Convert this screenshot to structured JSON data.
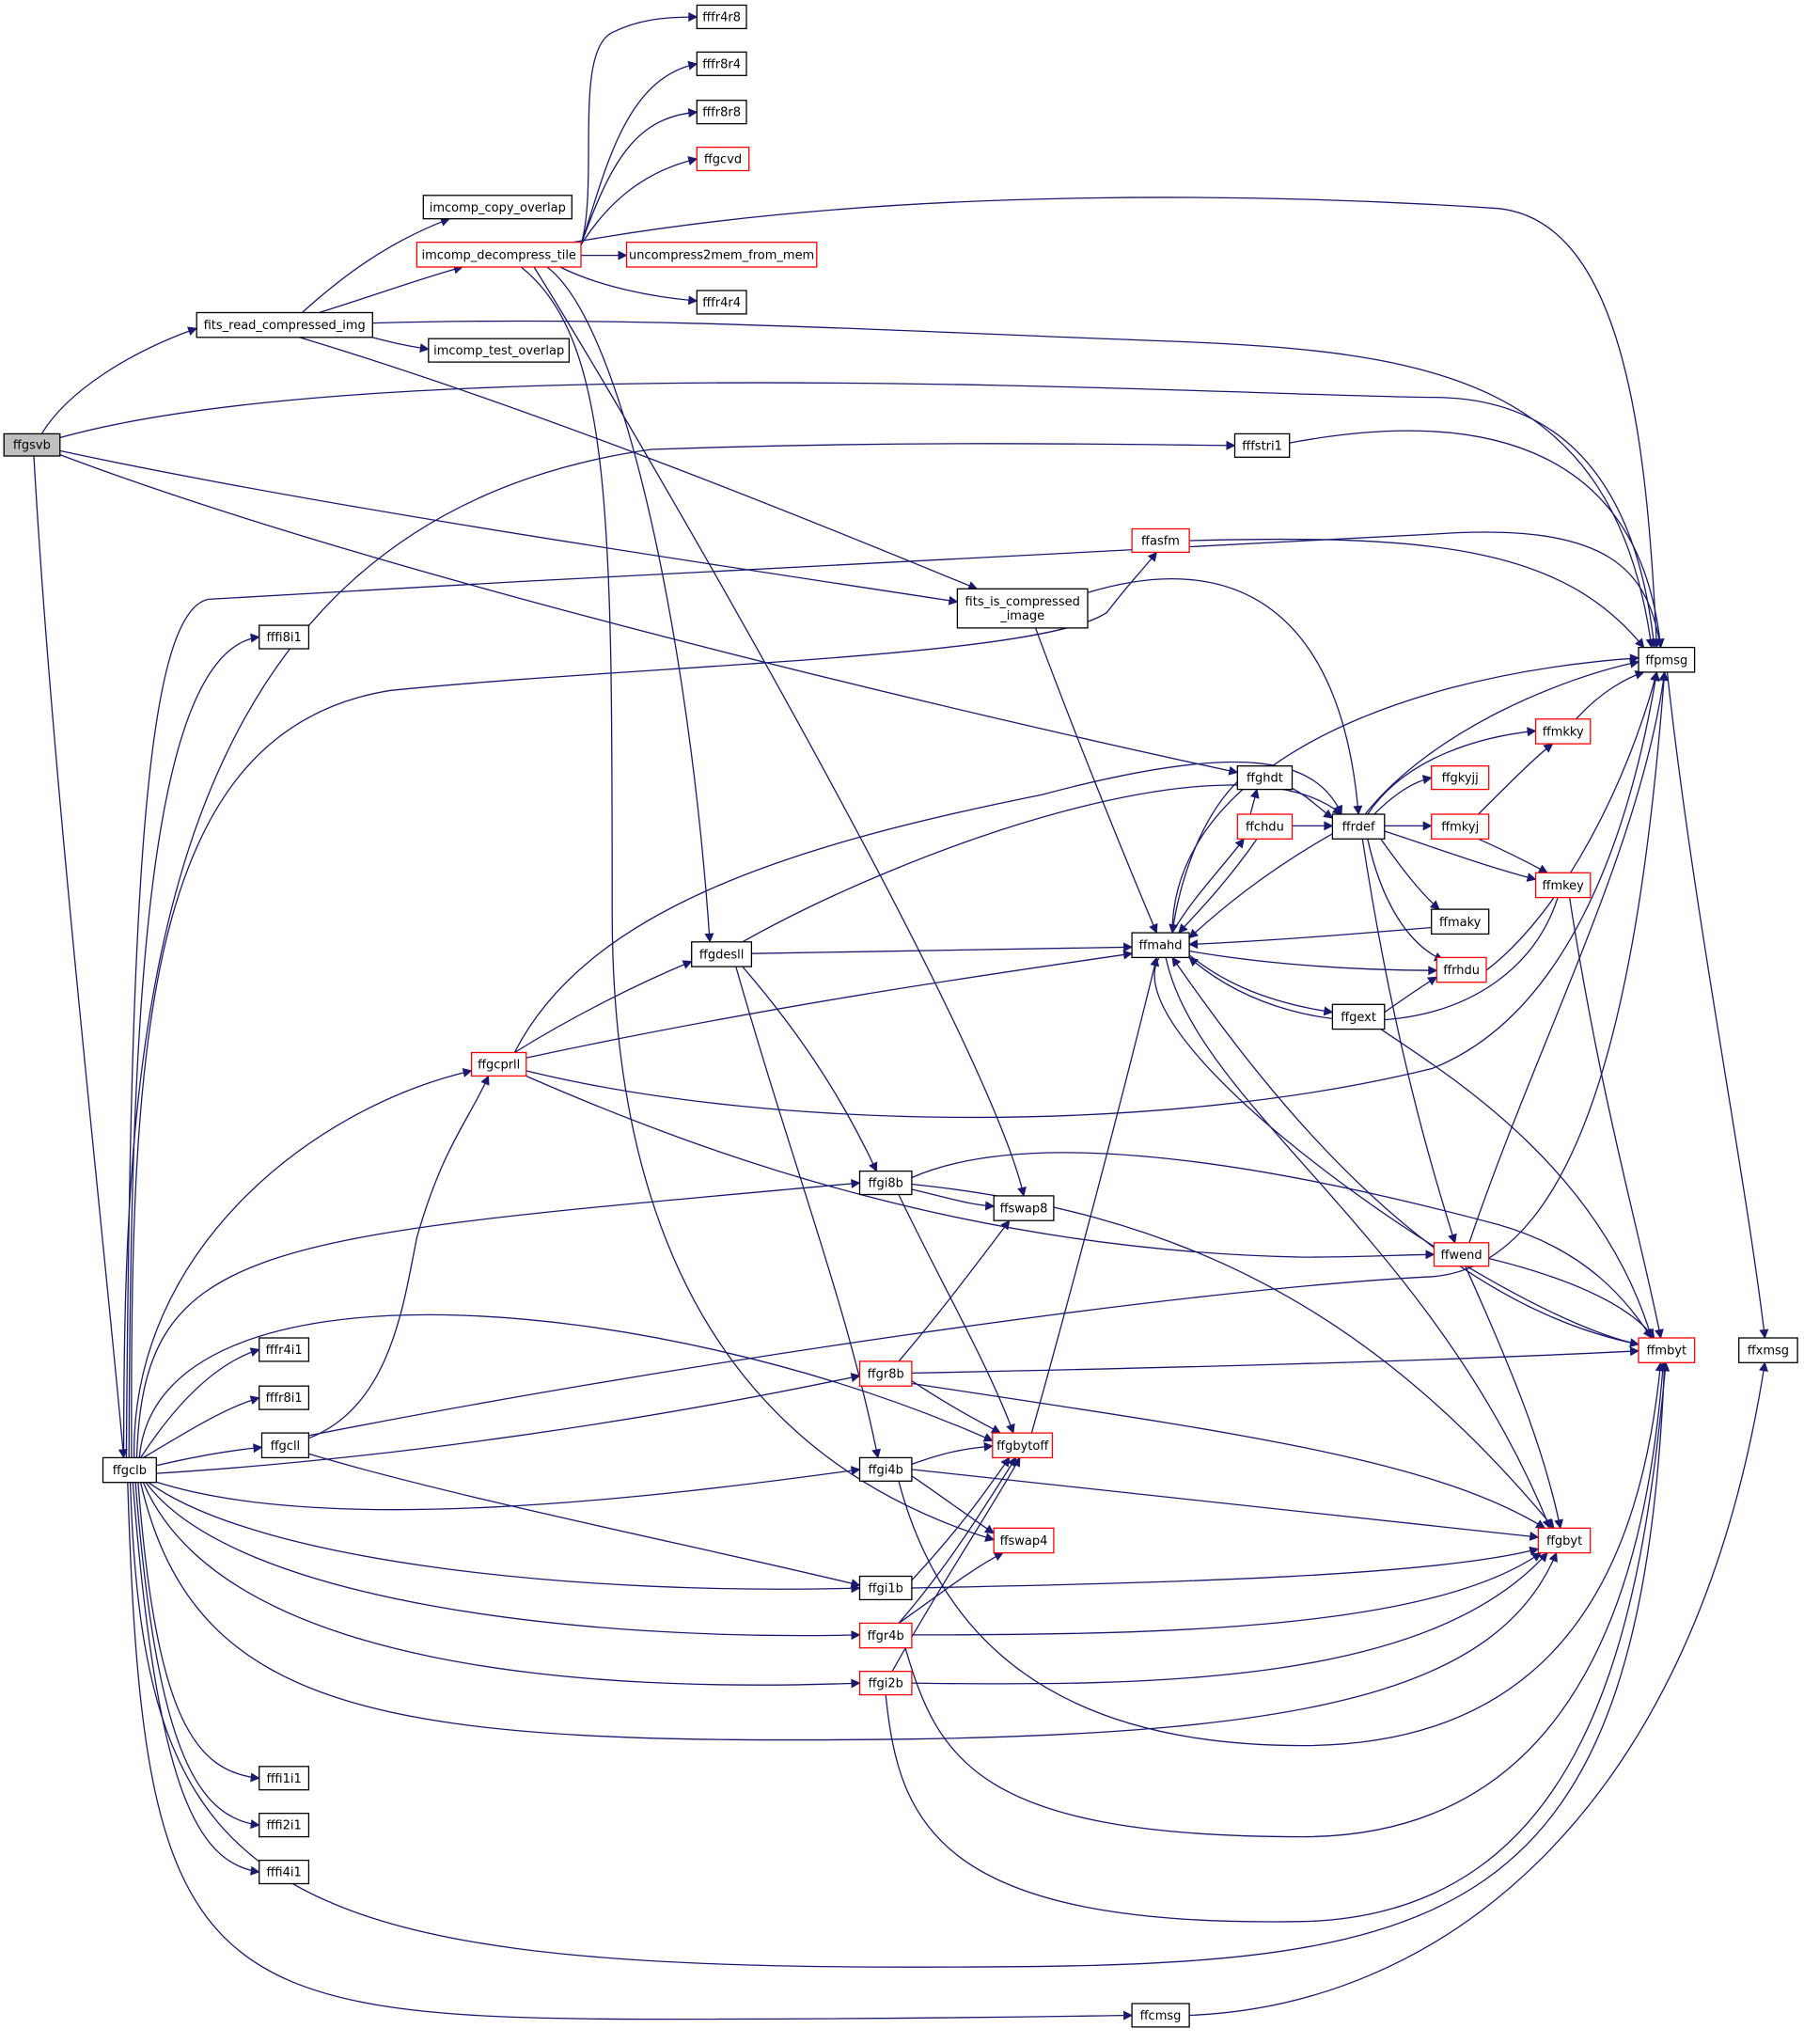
{
  "colors": {
    "edge": "#191970",
    "arrowhead": "#191970",
    "node_border_default": "#000000",
    "node_border_truncated": "#ff0000",
    "node_fill_default": "#ffffff",
    "node_fill_root": "#bfbfbf",
    "background": "#ffffff"
  },
  "graph": {
    "root": "ffgsvb",
    "nodes": [
      {
        "id": "ffgsvb",
        "label": "ffgsvb",
        "style": "root"
      },
      {
        "id": "fits_read_compressed_img",
        "label": "fits_read_compressed_img",
        "style": "default"
      },
      {
        "id": "ffgclb",
        "label": "ffgclb",
        "style": "default"
      },
      {
        "id": "imcomp_copy_overlap",
        "label": "imcomp_copy_overlap",
        "style": "default"
      },
      {
        "id": "imcomp_decompress_tile",
        "label": "imcomp_decompress_tile",
        "style": "truncated"
      },
      {
        "id": "imcomp_test_overlap",
        "label": "imcomp_test_overlap",
        "style": "default"
      },
      {
        "id": "fffr4r8",
        "label": "fffr4r8",
        "style": "default"
      },
      {
        "id": "fffr8r4",
        "label": "fffr8r4",
        "style": "default"
      },
      {
        "id": "fffr8r8",
        "label": "fffr8r8",
        "style": "default"
      },
      {
        "id": "ffgcvd",
        "label": "ffgcvd",
        "style": "truncated"
      },
      {
        "id": "uncompress2mem_from_mem",
        "label": "uncompress2mem_from_mem",
        "style": "truncated"
      },
      {
        "id": "fffr4r4",
        "label": "fffr4r4",
        "style": "default"
      },
      {
        "id": "fffstri1",
        "label": "fffstri1",
        "style": "default"
      },
      {
        "id": "ffasfm",
        "label": "ffasfm",
        "style": "truncated"
      },
      {
        "id": "fits_is_compressed_image",
        "label": "fits_is_compressed\n_image",
        "style": "default"
      },
      {
        "id": "fffi8i1",
        "label": "fffi8i1",
        "style": "default"
      },
      {
        "id": "ffpmsg",
        "label": "ffpmsg",
        "style": "default"
      },
      {
        "id": "ffghdt",
        "label": "ffghdt",
        "style": "default"
      },
      {
        "id": "ffchdu",
        "label": "ffchdu",
        "style": "truncated"
      },
      {
        "id": "ffrdef",
        "label": "ffrdef",
        "style": "default"
      },
      {
        "id": "ffgkyjj",
        "label": "ffgkyjj",
        "style": "truncated"
      },
      {
        "id": "ffmkky",
        "label": "ffmkky",
        "style": "truncated"
      },
      {
        "id": "ffmkyj",
        "label": "ffmkyj",
        "style": "truncated"
      },
      {
        "id": "ffmkey",
        "label": "ffmkey",
        "style": "truncated"
      },
      {
        "id": "ffmaky",
        "label": "ffmaky",
        "style": "default"
      },
      {
        "id": "ffgdesll",
        "label": "ffgdesll",
        "style": "default"
      },
      {
        "id": "ffmahd",
        "label": "ffmahd",
        "style": "default"
      },
      {
        "id": "ffrhdu",
        "label": "ffrhdu",
        "style": "truncated"
      },
      {
        "id": "ffgext",
        "label": "ffgext",
        "style": "default"
      },
      {
        "id": "ffgcprll",
        "label": "ffgcprll",
        "style": "truncated"
      },
      {
        "id": "ffgi8b",
        "label": "ffgi8b",
        "style": "default"
      },
      {
        "id": "ffswap8",
        "label": "ffswap8",
        "style": "default"
      },
      {
        "id": "ffwend",
        "label": "ffwend",
        "style": "truncated"
      },
      {
        "id": "fffr4i1",
        "label": "fffr4i1",
        "style": "default"
      },
      {
        "id": "ffmbyt",
        "label": "ffmbyt",
        "style": "truncated"
      },
      {
        "id": "ffxmsg",
        "label": "ffxmsg",
        "style": "default"
      },
      {
        "id": "ffgr8b",
        "label": "ffgr8b",
        "style": "truncated"
      },
      {
        "id": "fffr8i1",
        "label": "fffr8i1",
        "style": "default"
      },
      {
        "id": "ffgcll",
        "label": "ffgcll",
        "style": "default"
      },
      {
        "id": "ffgbytoff",
        "label": "ffgbytoff",
        "style": "truncated"
      },
      {
        "id": "ffgi4b",
        "label": "ffgi4b",
        "style": "default"
      },
      {
        "id": "ffswap4",
        "label": "ffswap4",
        "style": "truncated"
      },
      {
        "id": "ffgbyt",
        "label": "ffgbyt",
        "style": "truncated"
      },
      {
        "id": "ffgi1b",
        "label": "ffgi1b",
        "style": "default"
      },
      {
        "id": "ffgr4b",
        "label": "ffgr4b",
        "style": "truncated"
      },
      {
        "id": "ffgi2b",
        "label": "ffgi2b",
        "style": "truncated"
      },
      {
        "id": "fffi1i1",
        "label": "fffi1i1",
        "style": "default"
      },
      {
        "id": "fffi2i1",
        "label": "fffi2i1",
        "style": "default"
      },
      {
        "id": "fffi4i1",
        "label": "fffi4i1",
        "style": "default"
      },
      {
        "id": "ffcmsg",
        "label": "ffcmsg",
        "style": "default"
      }
    ],
    "edges": [
      {
        "from": "ffgsvb",
        "to": "fits_read_compressed_img"
      },
      {
        "from": "ffgsvb",
        "to": "ffgclb"
      },
      {
        "from": "ffgsvb",
        "to": "ffpmsg"
      },
      {
        "from": "ffgsvb",
        "to": "fits_is_compressed_image"
      },
      {
        "from": "ffgsvb",
        "to": "ffghdt"
      },
      {
        "from": "fits_read_compressed_img",
        "to": "imcomp_copy_overlap"
      },
      {
        "from": "fits_read_compressed_img",
        "to": "imcomp_decompress_tile"
      },
      {
        "from": "fits_read_compressed_img",
        "to": "imcomp_test_overlap"
      },
      {
        "from": "fits_read_compressed_img",
        "to": "ffpmsg"
      },
      {
        "from": "fits_read_compressed_img",
        "to": "fits_is_compressed_image"
      },
      {
        "from": "imcomp_decompress_tile",
        "to": "fffr4r8"
      },
      {
        "from": "imcomp_decompress_tile",
        "to": "fffr8r4"
      },
      {
        "from": "imcomp_decompress_tile",
        "to": "fffr8r8"
      },
      {
        "from": "imcomp_decompress_tile",
        "to": "ffgcvd"
      },
      {
        "from": "imcomp_decompress_tile",
        "to": "ffpmsg"
      },
      {
        "from": "imcomp_decompress_tile",
        "to": "uncompress2mem_from_mem"
      },
      {
        "from": "imcomp_decompress_tile",
        "to": "fffr4r4"
      },
      {
        "from": "imcomp_decompress_tile",
        "to": "ffgdesll"
      },
      {
        "from": "imcomp_decompress_tile",
        "to": "ffswap8"
      },
      {
        "from": "imcomp_decompress_tile",
        "to": "ffswap4"
      },
      {
        "from": "ffgclb",
        "to": "fffstri1"
      },
      {
        "from": "ffgclb",
        "to": "ffpmsg"
      },
      {
        "from": "ffgclb",
        "to": "fffi8i1"
      },
      {
        "from": "ffgclb",
        "to": "ffasfm"
      },
      {
        "from": "ffgclb",
        "to": "ffgcprll"
      },
      {
        "from": "ffgclb",
        "to": "ffgi8b"
      },
      {
        "from": "ffgclb",
        "to": "ffgbytoff"
      },
      {
        "from": "ffgclb",
        "to": "fffr4i1"
      },
      {
        "from": "ffgclb",
        "to": "fffr8i1"
      },
      {
        "from": "ffgclb",
        "to": "ffgcll"
      },
      {
        "from": "ffgclb",
        "to": "ffgr8b"
      },
      {
        "from": "ffgclb",
        "to": "ffgi4b"
      },
      {
        "from": "ffgclb",
        "to": "ffgi1b"
      },
      {
        "from": "ffgclb",
        "to": "ffgr4b"
      },
      {
        "from": "ffgclb",
        "to": "ffgi2b"
      },
      {
        "from": "ffgclb",
        "to": "ffgbyt"
      },
      {
        "from": "ffgclb",
        "to": "fffi1i1"
      },
      {
        "from": "ffgclb",
        "to": "fffi2i1"
      },
      {
        "from": "ffgclb",
        "to": "fffi4i1"
      },
      {
        "from": "ffgclb",
        "to": "ffmbyt"
      },
      {
        "from": "ffgclb",
        "to": "ffcmsg"
      },
      {
        "from": "fffstri1",
        "to": "ffpmsg"
      },
      {
        "from": "ffasfm",
        "to": "ffpmsg"
      },
      {
        "from": "fits_is_compressed_image",
        "to": "ffrdef"
      },
      {
        "from": "fits_is_compressed_image",
        "to": "ffmahd"
      },
      {
        "from": "ffpmsg",
        "to": "ffxmsg"
      },
      {
        "from": "ffghdt",
        "to": "ffrdef"
      },
      {
        "from": "ffghdt",
        "to": "ffmahd"
      },
      {
        "from": "ffchdu",
        "to": "ffghdt"
      },
      {
        "from": "ffchdu",
        "to": "ffrdef"
      },
      {
        "from": "ffchdu",
        "to": "ffmahd"
      },
      {
        "from": "ffrdef",
        "to": "ffpmsg"
      },
      {
        "from": "ffrdef",
        "to": "ffgkyjj"
      },
      {
        "from": "ffrdef",
        "to": "ffmkky"
      },
      {
        "from": "ffrdef",
        "to": "ffmkyj"
      },
      {
        "from": "ffrdef",
        "to": "ffmkey"
      },
      {
        "from": "ffrdef",
        "to": "ffmaky"
      },
      {
        "from": "ffrdef",
        "to": "ffrhdu"
      },
      {
        "from": "ffrdef",
        "to": "ffmahd"
      },
      {
        "from": "ffrdef",
        "to": "ffwend"
      },
      {
        "from": "ffmkky",
        "to": "ffpmsg"
      },
      {
        "from": "ffmkyj",
        "to": "ffmkky"
      },
      {
        "from": "ffmkyj",
        "to": "ffmkey"
      },
      {
        "from": "ffmkey",
        "to": "ffmahd"
      },
      {
        "from": "ffmkey",
        "to": "ffmbyt"
      },
      {
        "from": "ffmaky",
        "to": "ffmahd"
      },
      {
        "from": "ffgdesll",
        "to": "ffrdef"
      },
      {
        "from": "ffgdesll",
        "to": "ffmahd"
      },
      {
        "from": "ffgdesll",
        "to": "ffgi8b"
      },
      {
        "from": "ffgdesll",
        "to": "ffgi4b"
      },
      {
        "from": "ffmahd",
        "to": "ffpmsg"
      },
      {
        "from": "ffmahd",
        "to": "ffchdu"
      },
      {
        "from": "ffmahd",
        "to": "ffrhdu"
      },
      {
        "from": "ffmahd",
        "to": "ffgext"
      },
      {
        "from": "ffmahd",
        "to": "ffgbyt"
      },
      {
        "from": "ffmahd",
        "to": "ffmbyt"
      },
      {
        "from": "ffrhdu",
        "to": "ffpmsg"
      },
      {
        "from": "ffgext",
        "to": "ffrhdu"
      },
      {
        "from": "ffgext",
        "to": "ffmbyt"
      },
      {
        "from": "ffgcprll",
        "to": "ffrdef"
      },
      {
        "from": "ffgcprll",
        "to": "ffgdesll"
      },
      {
        "from": "ffgcprll",
        "to": "ffmahd"
      },
      {
        "from": "ffgcprll",
        "to": "ffpmsg"
      },
      {
        "from": "ffgcprll",
        "to": "ffwend"
      },
      {
        "from": "ffgi8b",
        "to": "ffswap8"
      },
      {
        "from": "ffgi8b",
        "to": "ffmbyt"
      },
      {
        "from": "ffgi8b",
        "to": "ffgbyt"
      },
      {
        "from": "ffgi8b",
        "to": "ffgbytoff"
      },
      {
        "from": "ffwend",
        "to": "ffpmsg"
      },
      {
        "from": "ffwend",
        "to": "ffmbyt"
      },
      {
        "from": "ffwend",
        "to": "ffgbyt"
      },
      {
        "from": "ffmbyt",
        "to": "ffmahd"
      },
      {
        "from": "ffgr8b",
        "to": "ffswap8"
      },
      {
        "from": "ffgr8b",
        "to": "ffmbyt"
      },
      {
        "from": "ffgr8b",
        "to": "ffgbytoff"
      },
      {
        "from": "ffgr8b",
        "to": "ffgbyt"
      },
      {
        "from": "ffgcll",
        "to": "ffgcprll"
      },
      {
        "from": "ffgcll",
        "to": "ffpmsg"
      },
      {
        "from": "ffgcll",
        "to": "ffgi1b"
      },
      {
        "from": "ffgbytoff",
        "to": "ffmahd"
      },
      {
        "from": "ffgi4b",
        "to": "ffgbytoff"
      },
      {
        "from": "ffgi4b",
        "to": "ffswap4"
      },
      {
        "from": "ffgi4b",
        "to": "ffgbyt"
      },
      {
        "from": "ffgi4b",
        "to": "ffmbyt"
      },
      {
        "from": "ffgi1b",
        "to": "ffgbytoff"
      },
      {
        "from": "ffgi1b",
        "to": "ffgbyt"
      },
      {
        "from": "ffgr4b",
        "to": "ffgbytoff"
      },
      {
        "from": "ffgr4b",
        "to": "ffswap4"
      },
      {
        "from": "ffgr4b",
        "to": "ffgbyt"
      },
      {
        "from": "ffgr4b",
        "to": "ffmbyt"
      },
      {
        "from": "ffgi2b",
        "to": "ffgbytoff"
      },
      {
        "from": "ffgi2b",
        "to": "ffgbyt"
      },
      {
        "from": "ffgi2b",
        "to": "ffmbyt"
      },
      {
        "from": "ffcmsg",
        "to": "ffxmsg"
      }
    ]
  }
}
